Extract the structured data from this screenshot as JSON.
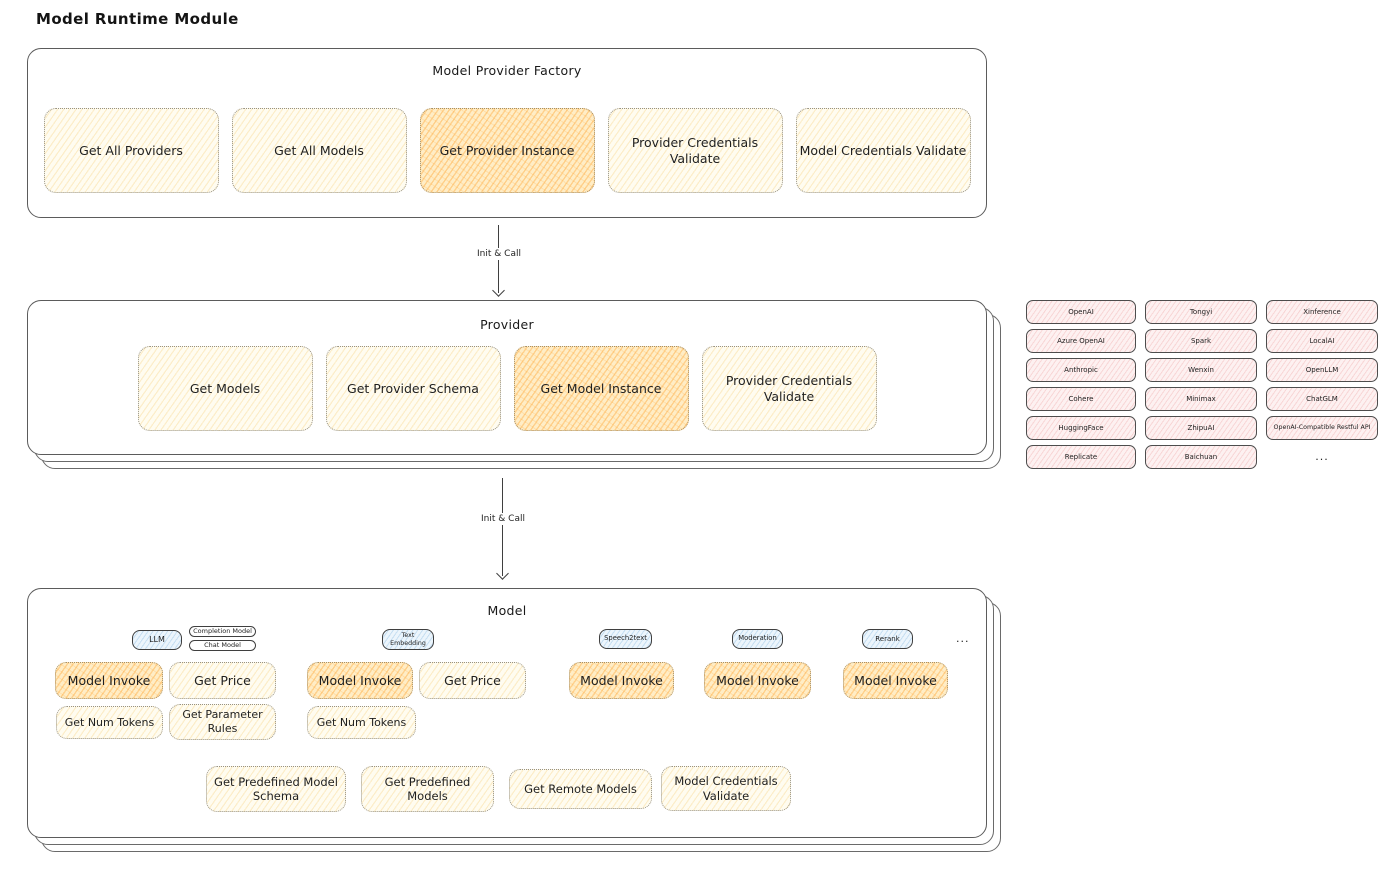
{
  "title": "Model Runtime Module",
  "arrow1_label": "Init & Call",
  "arrow2_label": "Init & Call",
  "colors": {
    "yellow_fill": "#fffcf0",
    "orange_highlight_fill": "#ffe3ae",
    "blue_tab_fill": "#ecf5fc",
    "pink_provider_fill": "#fdf1f1",
    "border": "#3f3f3f"
  },
  "factory": {
    "title": "Model Provider Factory",
    "boxes": [
      "Get All Providers",
      "Get All Models",
      "Get Provider Instance",
      "Provider Credentials Validate",
      "Model Credentials Validate"
    ]
  },
  "provider": {
    "title": "Provider",
    "boxes": [
      "Get Models",
      "Get Provider Schema",
      "Get Model Instance",
      "Provider Credentials Validate"
    ]
  },
  "providers_grid": {
    "rows": [
      [
        "OpenAI",
        "Tongyi",
        "Xinference"
      ],
      [
        "Azure OpenAI",
        "Spark",
        "LocalAI"
      ],
      [
        "Anthropic",
        "Wenxin",
        "OpenLLM"
      ],
      [
        "Cohere",
        "Minimax",
        "ChatGLM"
      ],
      [
        "HuggingFace",
        "ZhipuAI",
        "OpenAI-Compatible Restful API"
      ],
      [
        "Replicate",
        "Baichuan",
        "..."
      ]
    ]
  },
  "model": {
    "title": "Model",
    "ellipsis": "...",
    "llm": {
      "tab": "LLM",
      "subtab_completion": "Completion Model",
      "subtab_chat": "Chat Model",
      "invoke": "Model Invoke",
      "price": "Get Price",
      "tokens": "Get Num Tokens",
      "rules": "Get Parameter Rules"
    },
    "embedding": {
      "tab": "Text Embedding",
      "invoke": "Model Invoke",
      "price": "Get Price",
      "tokens": "Get Num Tokens"
    },
    "speech": {
      "tab": "Speech2text",
      "invoke": "Model Invoke"
    },
    "moderation": {
      "tab": "Moderation",
      "invoke": "Model Invoke"
    },
    "rerank": {
      "tab": "Rerank",
      "invoke": "Model Invoke"
    },
    "bottom": [
      "Get Predefined Model Schema",
      "Get Predefined Models",
      "Get Remote Models",
      "Model Credentials Validate"
    ]
  }
}
